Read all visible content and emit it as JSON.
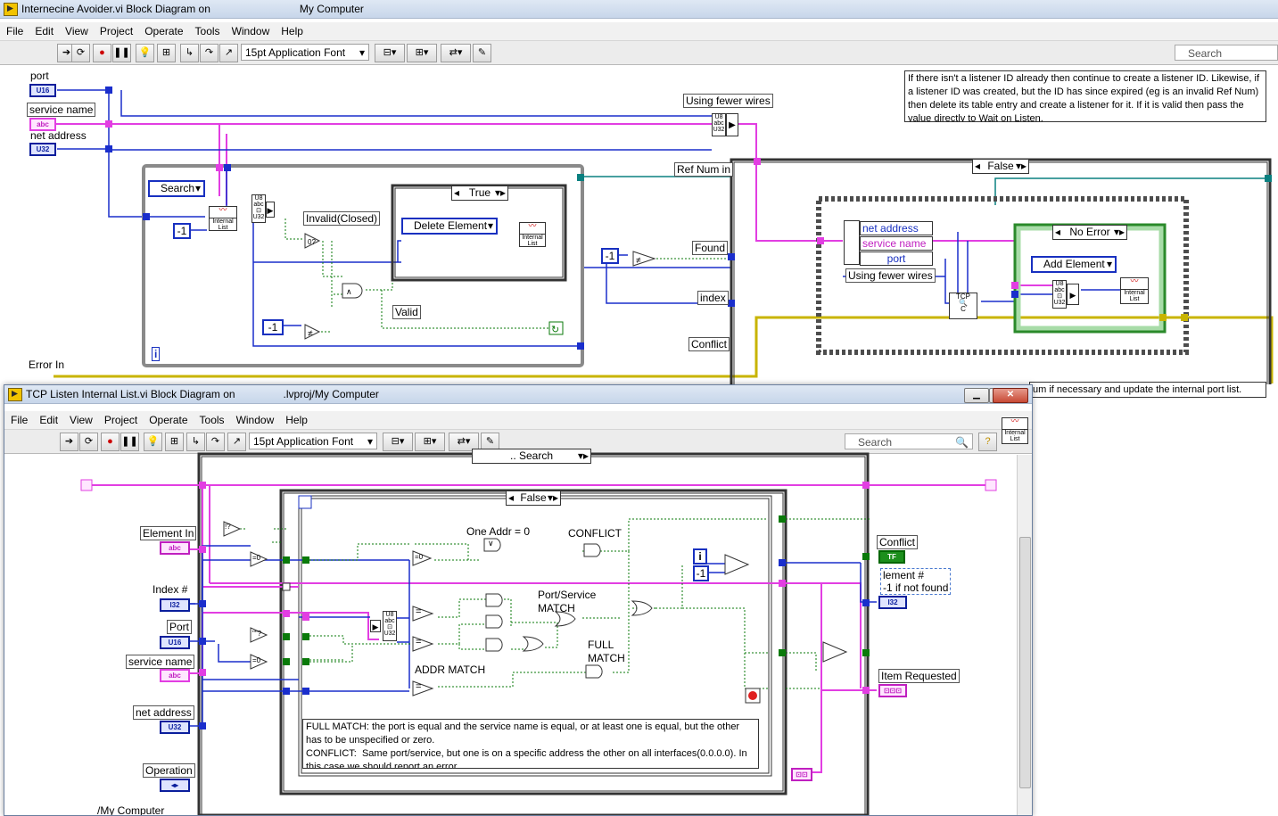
{
  "win1": {
    "title": "Internecine Avoider.vi Block Diagram on",
    "title_context": "My Computer",
    "menu": [
      "File",
      "Edit",
      "View",
      "Project",
      "Operate",
      "Tools",
      "Window",
      "Help"
    ],
    "font": "15pt Application Font",
    "search_placeholder": "Search",
    "labels": {
      "port": "port",
      "service_name": "service name",
      "net_address": "net address",
      "error_in": "Error In",
      "using_fewer_wires": "Using fewer wires",
      "ref_num_in": "Ref Num in",
      "found": "Found",
      "index": "index",
      "conflict": "Conflict",
      "invalid_closed": "Invalid(Closed)",
      "valid": "Valid",
      "cluster_net_address": "net address",
      "cluster_service_name": "service name",
      "cluster_port": "port",
      "using_fewer_wires_2": "Using fewer wires"
    },
    "terminals": {
      "port": "U16",
      "service_name": "abc",
      "net_address": "U32"
    },
    "enums": {
      "search": "Search",
      "delete_element": "Delete Element",
      "add_element": "Add Element"
    },
    "case_selectors": {
      "true_case": "True",
      "false_case": "False",
      "no_error": "No Error"
    },
    "constants": {
      "neg1_a": "-1",
      "neg1_b": "-1",
      "neg1_c": "-1"
    },
    "loop_index": "i",
    "comment": "If there isn't a listener ID already then continue to create a listener ID. Likewise, if a listener ID was created, but the ID has since expired (eg is an invalid Ref Num) then delete its table entry and create a listener for it.  If it is valid then pass the value directly to Wait on Listen.",
    "partial_comment": "um if necessary and update the internal port list."
  },
  "win2": {
    "title": "TCP Listen Internal List.vi Block Diagram on",
    "title_context": ".lvproj/My Computer",
    "menu": [
      "File",
      "Edit",
      "View",
      "Project",
      "Operate",
      "Tools",
      "Window",
      "Help"
    ],
    "font": "15pt Application Font",
    "search_placeholder": "Search",
    "case_selector_top": ".. Search",
    "case_selector_inner": "False",
    "labels": {
      "element_in": "Element In",
      "index_num": "Index #",
      "port": "Port",
      "service_name": "service name",
      "net_address": "net address",
      "operation": "Operation",
      "one_addr_zero": "One Addr = 0",
      "conflict_lbl": "CONFLICT",
      "port_service_match": "Port/Service",
      "match": "MATCH",
      "full": "FULL",
      "full_match": "MATCH",
      "addr_match": "ADDR MATCH",
      "conflict_ind": "Conflict",
      "element_num": "lement #",
      "neg1_not_found": "-1 if not found",
      "item_requested": "Item Requested"
    },
    "terminals": {
      "element_in": "abc",
      "index_num": "I32",
      "port": "U16",
      "service_name": "abc",
      "net_address": "U32",
      "operation": "◂▸",
      "conflict": "TF",
      "element_num": "I32"
    },
    "constants": {
      "i_const": "i",
      "neg1": "-1"
    },
    "comment": "FULL MATCH: the port is equal and the service name is equal, or at least one is equal, but the other has to be unspecified or zero.\nCONFLICT:  Same port/service, but one is on a specific address the other on all interfaces(0.0.0.0). In this case we should report an error.",
    "taskbar_fragment": "/My Computer"
  },
  "colors": {
    "int_wire": "#1a2ecc",
    "string_wire": "#e23ee2",
    "bool_wire": "#0a7a0a",
    "error_wire": "#c8b400",
    "cluster_wire": "#d020d0",
    "refnum_wire": "#0a8080"
  }
}
